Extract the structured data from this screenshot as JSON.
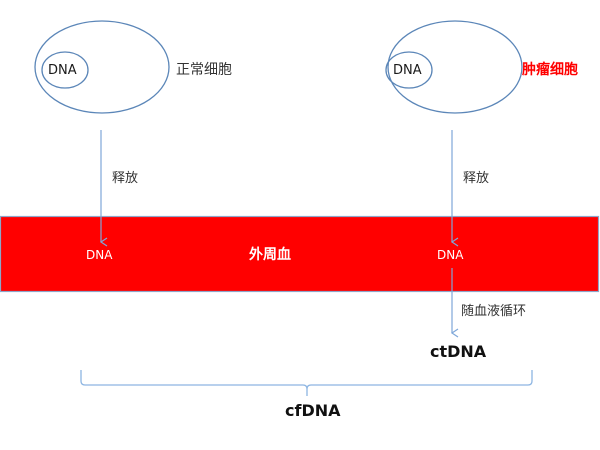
{
  "colors": {
    "blood_band": "#ff0000",
    "band_border": "#8ea5c8",
    "outline": "#5b86b8",
    "arrow": "#7fa7d9",
    "brace": "#8db5e2",
    "tumor_label": "#ff0000"
  },
  "normal_cell": {
    "name": "正常细胞",
    "nucleus_label": "DNA",
    "release_label": "释放"
  },
  "tumor_cell": {
    "name": "肿瘤细胞",
    "nucleus_label": "DNA",
    "release_label": "释放"
  },
  "blood": {
    "title": "外周血",
    "left_dna_label": "DNA",
    "right_dna_label": "DNA"
  },
  "circulation_label": "随血液循环",
  "ctdna_label": "ctDNA",
  "cfdna_label": "cfDNA"
}
